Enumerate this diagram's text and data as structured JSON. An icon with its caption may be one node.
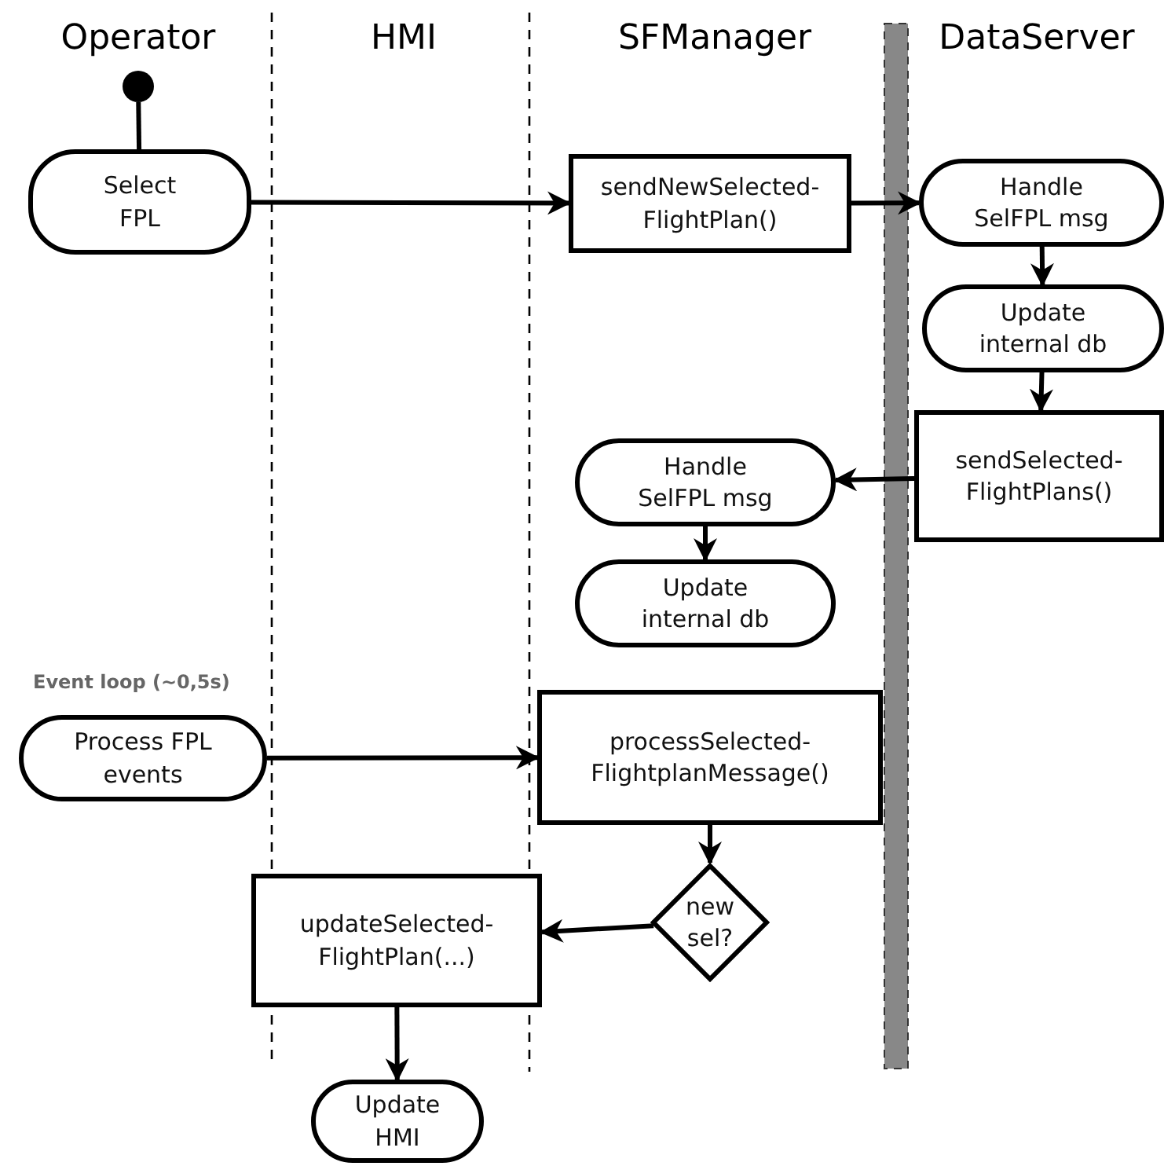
{
  "diagram": {
    "nodes": [
      {
        "text": [],
        "shape": "circle"
      },
      {
        "text": [
          "Select FPL"
        ]
      },
      {
        "text": [
          "sendNewSelected- FlightPlan()"
        ]
      },
      {
        "text": [
          "Handle SelFPL msg"
        ]
      },
      {
        "text": [
          "Update internal db"
        ]
      },
      {
        "text": [
          "sendSelected- FlightPlans()"
        ]
      },
      {
        "text": [
          "Handle SelFPL msg"
        ]
      },
      {
        "text": [
          "Update internal db"
        ]
      },
      {
        "text": [
          "Process FPL events"
        ],
        "beside": [
          "Event loop (~0,5s)"
        ]
      },
      {
        "text": [
          "processSelected- FlightplanMessage()"
        ]
      },
      {
        "text": [
          "new sel?"
        ]
      },
      {
        "text": [
          "updateSelected- FlightPlan(...)"
        ]
      },
      {
        "text": [
          "Update HMI"
        ]
      }
    ],
    "edges": [
      {
        "from": 0,
        "to": 1,
        "arrow": "none"
      },
      {
        "from": 1,
        "to": 2,
        "arrow": "to"
      },
      {
        "from": 2,
        "to": 3,
        "arrow": "to"
      },
      {
        "from": 3,
        "to": 4,
        "arrow": "to"
      },
      {
        "from": 4,
        "to": 5,
        "arrow": "to"
      },
      {
        "from": 5,
        "to": 6,
        "arrow": "to"
      },
      {
        "from": 6,
        "to": 7,
        "arrow": "to"
      },
      {
        "from": 8,
        "to": 9,
        "arrow": "to"
      },
      {
        "from": 9,
        "to": 10,
        "arrow": "to"
      },
      {
        "from": 10,
        "to": 11,
        "arrow": "to"
      },
      {
        "from": 11,
        "to": 12,
        "arrow": "to"
      }
    ],
    "labels": [
      "Operator",
      "HMI",
      "SFManager",
      "DataServer"
    ]
  }
}
